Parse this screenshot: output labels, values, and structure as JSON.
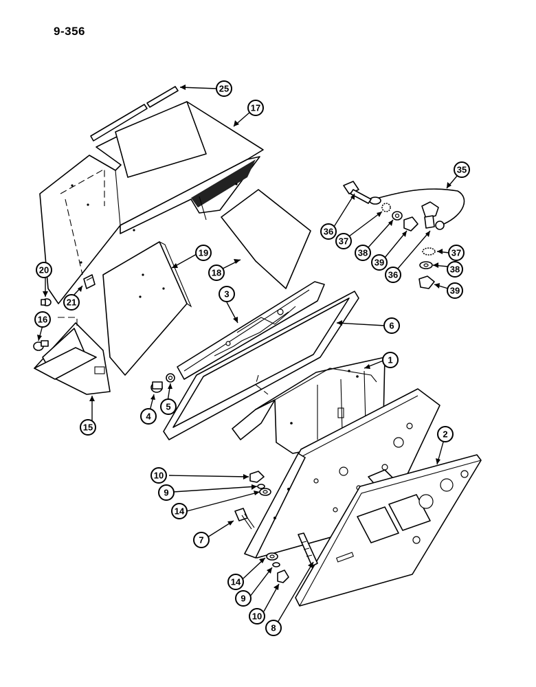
{
  "page": {
    "number": "9-356"
  },
  "callouts": [
    {
      "id": "c25",
      "label": "25"
    },
    {
      "id": "c17",
      "label": "17"
    },
    {
      "id": "c35",
      "label": "35"
    },
    {
      "id": "c36a",
      "label": "36"
    },
    {
      "id": "c37a",
      "label": "37"
    },
    {
      "id": "c38a",
      "label": "38"
    },
    {
      "id": "c39a",
      "label": "39"
    },
    {
      "id": "c36b",
      "label": "36"
    },
    {
      "id": "c37b",
      "label": "37"
    },
    {
      "id": "c38b",
      "label": "38"
    },
    {
      "id": "c39b",
      "label": "39"
    },
    {
      "id": "c20",
      "label": "20"
    },
    {
      "id": "c21",
      "label": "21"
    },
    {
      "id": "c16",
      "label": "16"
    },
    {
      "id": "c19",
      "label": "19"
    },
    {
      "id": "c18",
      "label": "18"
    },
    {
      "id": "c3",
      "label": "3"
    },
    {
      "id": "c6",
      "label": "6"
    },
    {
      "id": "c1",
      "label": "1"
    },
    {
      "id": "c15",
      "label": "15"
    },
    {
      "id": "c4",
      "label": "4"
    },
    {
      "id": "c5",
      "label": "5"
    },
    {
      "id": "c2",
      "label": "2"
    },
    {
      "id": "c10a",
      "label": "10"
    },
    {
      "id": "c9a",
      "label": "9"
    },
    {
      "id": "c14a",
      "label": "14"
    },
    {
      "id": "c7",
      "label": "7"
    },
    {
      "id": "c14b",
      "label": "14"
    },
    {
      "id": "c9b",
      "label": "9"
    },
    {
      "id": "c10b",
      "label": "10"
    },
    {
      "id": "c8",
      "label": "8"
    }
  ]
}
